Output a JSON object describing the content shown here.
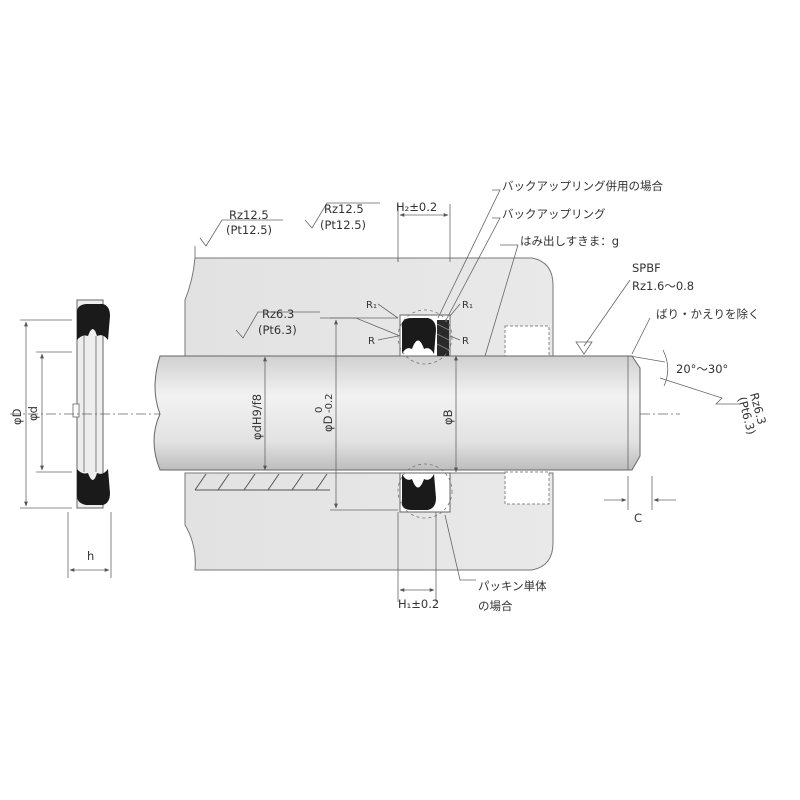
{
  "colors": {
    "seal": "#1a1a1a",
    "housing": "#e4e4e4",
    "rod_light": "#eeeeee",
    "rod_dark": "#c8c8c8",
    "line": "#555555"
  },
  "labels": {
    "backup_ring_combined": "バックアップリング併用の場合",
    "backup_ring": "バックアップリング",
    "extrusion_gap": "はみ出しすきま：g",
    "spbf": "SPBF",
    "rz_rod": "Rz1.6～0.8",
    "deburr": "ばり・かえりを除く",
    "angle": "20°～30°",
    "packing_only_1": "パッキン単体",
    "packing_only_2": "の場合",
    "dim_c": "C",
    "dim_h": "h",
    "dim_D": "φD",
    "dim_d": "φd",
    "dim_dH9f8": "φdH9/f8",
    "dim_Dgroove": "φD",
    "dim_Dgroove_tol_upper": "0",
    "dim_Dgroove_tol_lower": "-0.2",
    "dim_B": "φB",
    "dim_H2": "H₂±0.2",
    "dim_H1": "H₁±0.2",
    "radius_r1_left": "R₁",
    "radius_r1_right": "R₁",
    "radius_r_left": "R",
    "radius_r_right": "R"
  },
  "roughness": [
    {
      "rz": "Rz12.5",
      "pt": "(Pt12.5)"
    },
    {
      "rz": "Rz12.5",
      "pt": "(Pt12.5)"
    },
    {
      "rz": "Rz6.3",
      "pt": "(Pt6.3)"
    },
    {
      "rz": "Rz6.3",
      "pt": "(Pt6.3)"
    }
  ]
}
